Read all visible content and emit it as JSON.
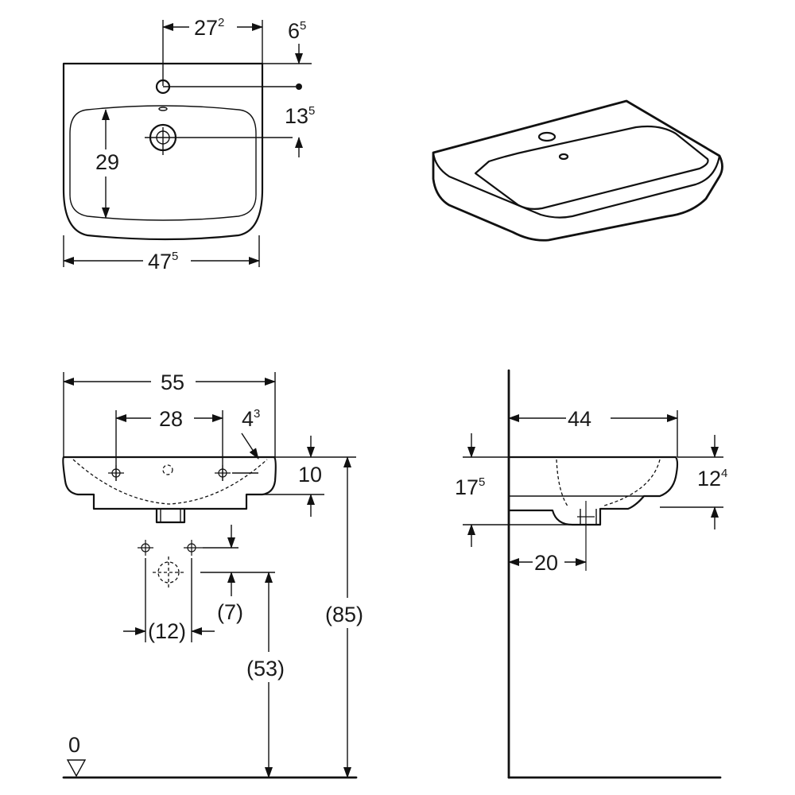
{
  "top_view": {
    "dim_tap_offset": {
      "base": "27",
      "sup": "2"
    },
    "dim_tap_from_back": {
      "base": "6",
      "sup": "5"
    },
    "dim_overflow_from_tap": {
      "base": "13",
      "sup": "5"
    },
    "dim_bowl_depth": {
      "base": "29"
    },
    "dim_bowl_width": {
      "base": "47",
      "sup": "5"
    }
  },
  "front_view": {
    "dim_overall_width": {
      "base": "55"
    },
    "dim_fixing_spacing": {
      "base": "28"
    },
    "dim_fixing_offset": {
      "base": "4",
      "sup": "3"
    },
    "dim_fixing_height": {
      "base": "10"
    },
    "dim_waste_spacing": {
      "base": "(12)"
    },
    "dim_waste_offset": {
      "base": "(7)"
    },
    "dim_waste_height": {
      "base": "(53)"
    },
    "dim_rim_height": {
      "base": "(85)"
    },
    "floor_level": {
      "base": "0"
    }
  },
  "side_view": {
    "dim_projection": {
      "base": "44"
    },
    "dim_waste_depth": {
      "base": "17",
      "sup": "5"
    },
    "dim_rim_depth": {
      "base": "12",
      "sup": "4"
    },
    "dim_waste_from_wall": {
      "base": "20"
    }
  }
}
